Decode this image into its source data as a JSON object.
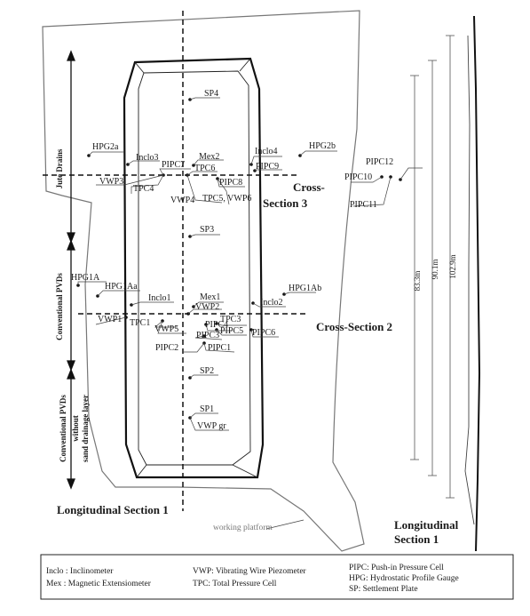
{
  "labels": {
    "sp4": "SP4",
    "sp3": "SP3",
    "sp2": "SP2",
    "sp1": "SP1",
    "vwp_gr": "VWP gr",
    "hpg2a": "HPG2a",
    "hpg2b": "HPG2b",
    "hpg1a": "HPG1A",
    "hpg1aa": "HPG1Aa",
    "hpg1ab": "HPG1Ab",
    "inclo1": "Inclo1",
    "inclo2": "Inclo2",
    "inclo3": "Inclo3",
    "inclo4": "Inclo4",
    "mex1": "Mex1",
    "mex2": "Mex2",
    "pipc1": "PIPC1",
    "pipc2": "PIPC2",
    "pipc3": "PIPC3",
    "pipc4": "PIPC4",
    "pipc5": "PIPC5",
    "pipc6": "PIPC6",
    "pipc7": "PIPC7",
    "pipc8": "PIPC8",
    "pipc9": "PIPC9",
    "pipc10": "PIPC10",
    "pipc11": "PIPC11",
    "pipc12": "PIPC12",
    "tpc1": "TPC1",
    "tpc3": "TPC3",
    "tpc4": "TPC4",
    "tpc5_vwp6": "TPC5, VWP6",
    "tpc6": "TPC6",
    "vwp1": "VWP1",
    "vwp2": "VWP2",
    "vwp3": "VWP3",
    "vwp4": "VWP4",
    "vwp5": "VWP5"
  },
  "sections": {
    "cross_section_3_line1": "Cross-",
    "cross_section_3_line2": "Section 3",
    "cross_section_2": "Cross-Section 2",
    "longitudinal_bottom": "Longitudinal Section 1",
    "longitudinal_right_line1": "Longitudinal",
    "longitudinal_right_line2": "Section 1",
    "working_platform": "working platform"
  },
  "zones": {
    "jute_drains": "Jute Drains",
    "conventional_pvds": "Conventional PVDs",
    "without_line1": "Conventional PVDs",
    "without_line2": "without",
    "without_line3": "sand drainage layer"
  },
  "dimensions": {
    "d1": "83.3m",
    "d2": "90.1m",
    "d3": "102.9m"
  },
  "legend": {
    "inclo": "Inclo : Inclinometer",
    "mex": "Mex : Magnetic Extensiometer",
    "vwp": "VWP: Vibrating Wire Piezometer",
    "tpc": "TPC: Total Pressure Cell",
    "pipc": "PIPC: Push-in Pressure Cell",
    "hpg": "HPG: Hydrostatic Profile Gauge",
    "sp": "SP: Settlement Plate"
  }
}
